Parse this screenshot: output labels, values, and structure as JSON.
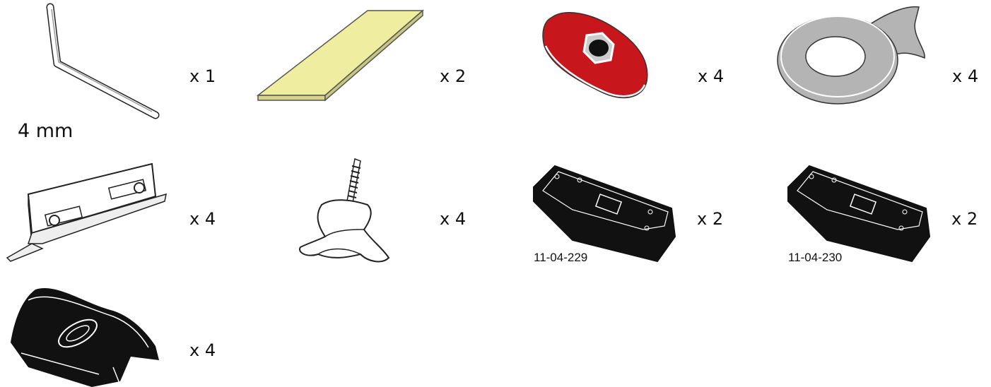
{
  "parts": [
    {
      "icon": "hex-key-icon",
      "qty": "x 1",
      "size": "4 mm"
    },
    {
      "icon": "adhesive-pad-icon",
      "qty": "x 2"
    },
    {
      "icon": "red-cover-icon",
      "qty": "x 4",
      "color": "#c8161d"
    },
    {
      "icon": "washer-icon",
      "qty": "x 4",
      "color": "#b4b4b4"
    },
    {
      "icon": "clamp-bracket-icon",
      "qty": "x 4"
    },
    {
      "icon": "threaded-hook-icon",
      "qty": "x 4"
    },
    {
      "icon": "foot-pad-left-icon",
      "qty": "x 2",
      "part_number": "11-04-229"
    },
    {
      "icon": "foot-pad-right-icon",
      "qty": "x 2",
      "part_number": "11-04-230"
    },
    {
      "icon": "rubber-cap-icon",
      "qty": "x 4"
    }
  ],
  "colors": {
    "pad": "#efeda0",
    "red": "#c8161d",
    "gray": "#b4b4b4",
    "black": "#111111"
  }
}
